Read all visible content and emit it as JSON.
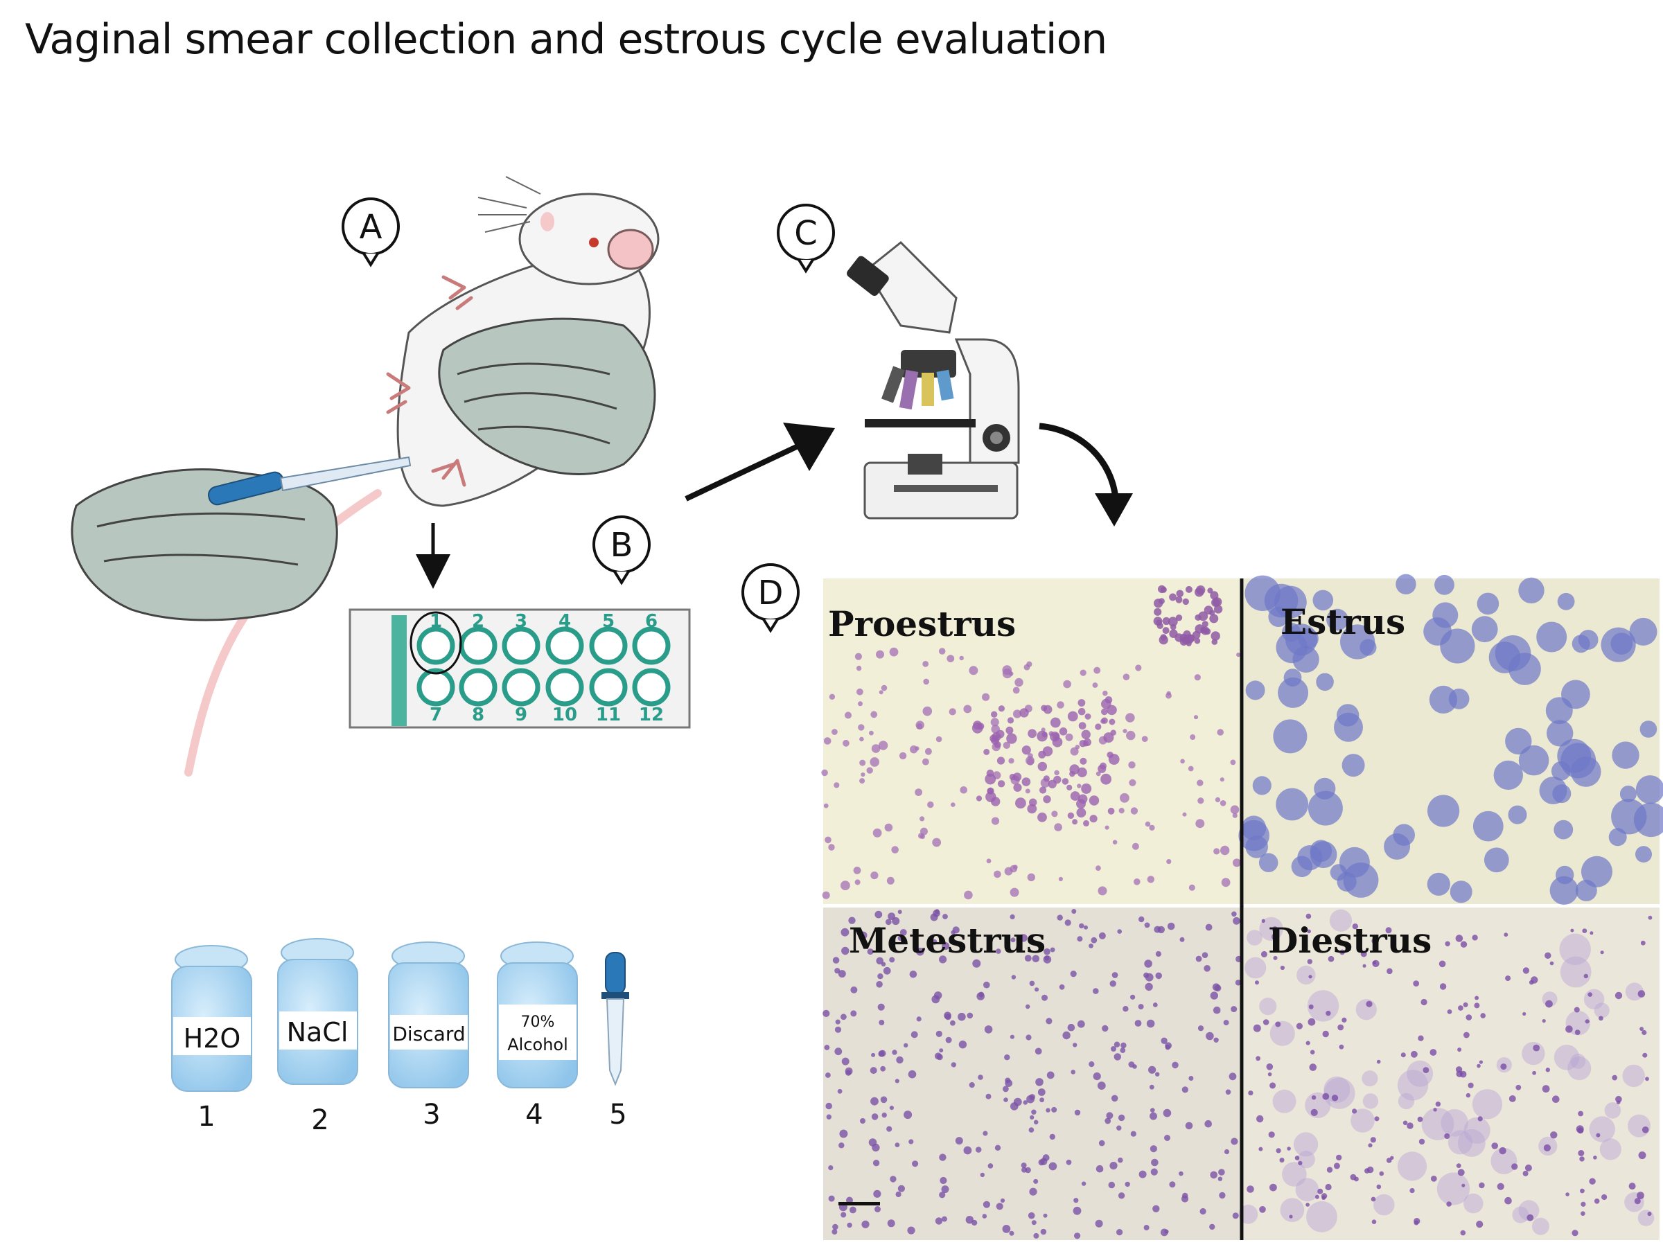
{
  "title": "Vaginal smear collection and estrous cycle evaluation",
  "panels": {
    "a": "A",
    "b": "B",
    "c": "C",
    "d": "D"
  },
  "wells": [
    "1",
    "2",
    "3",
    "4",
    "5",
    "6",
    "7",
    "8",
    "9",
    "10",
    "11",
    "12"
  ],
  "jars": [
    {
      "label": "H2O",
      "number": "1"
    },
    {
      "label": "NaCl",
      "number": "2"
    },
    {
      "label": "Discard",
      "number": "3"
    },
    {
      "label_line1": "70%",
      "label_line2": "Alcohol",
      "number": "4"
    }
  ],
  "dropper_number": "5",
  "stages": {
    "proestrus": "Proestrus",
    "estrus": "Estrus",
    "metestrus": "Metestrus",
    "diestrus": "Diestrus"
  },
  "colors": {
    "well": "#2a9d8a",
    "glove": "#b7c7c0",
    "jar": "#a9d4f0",
    "stain": "#6a4fb0",
    "smear_bg": "#f1efd8"
  }
}
